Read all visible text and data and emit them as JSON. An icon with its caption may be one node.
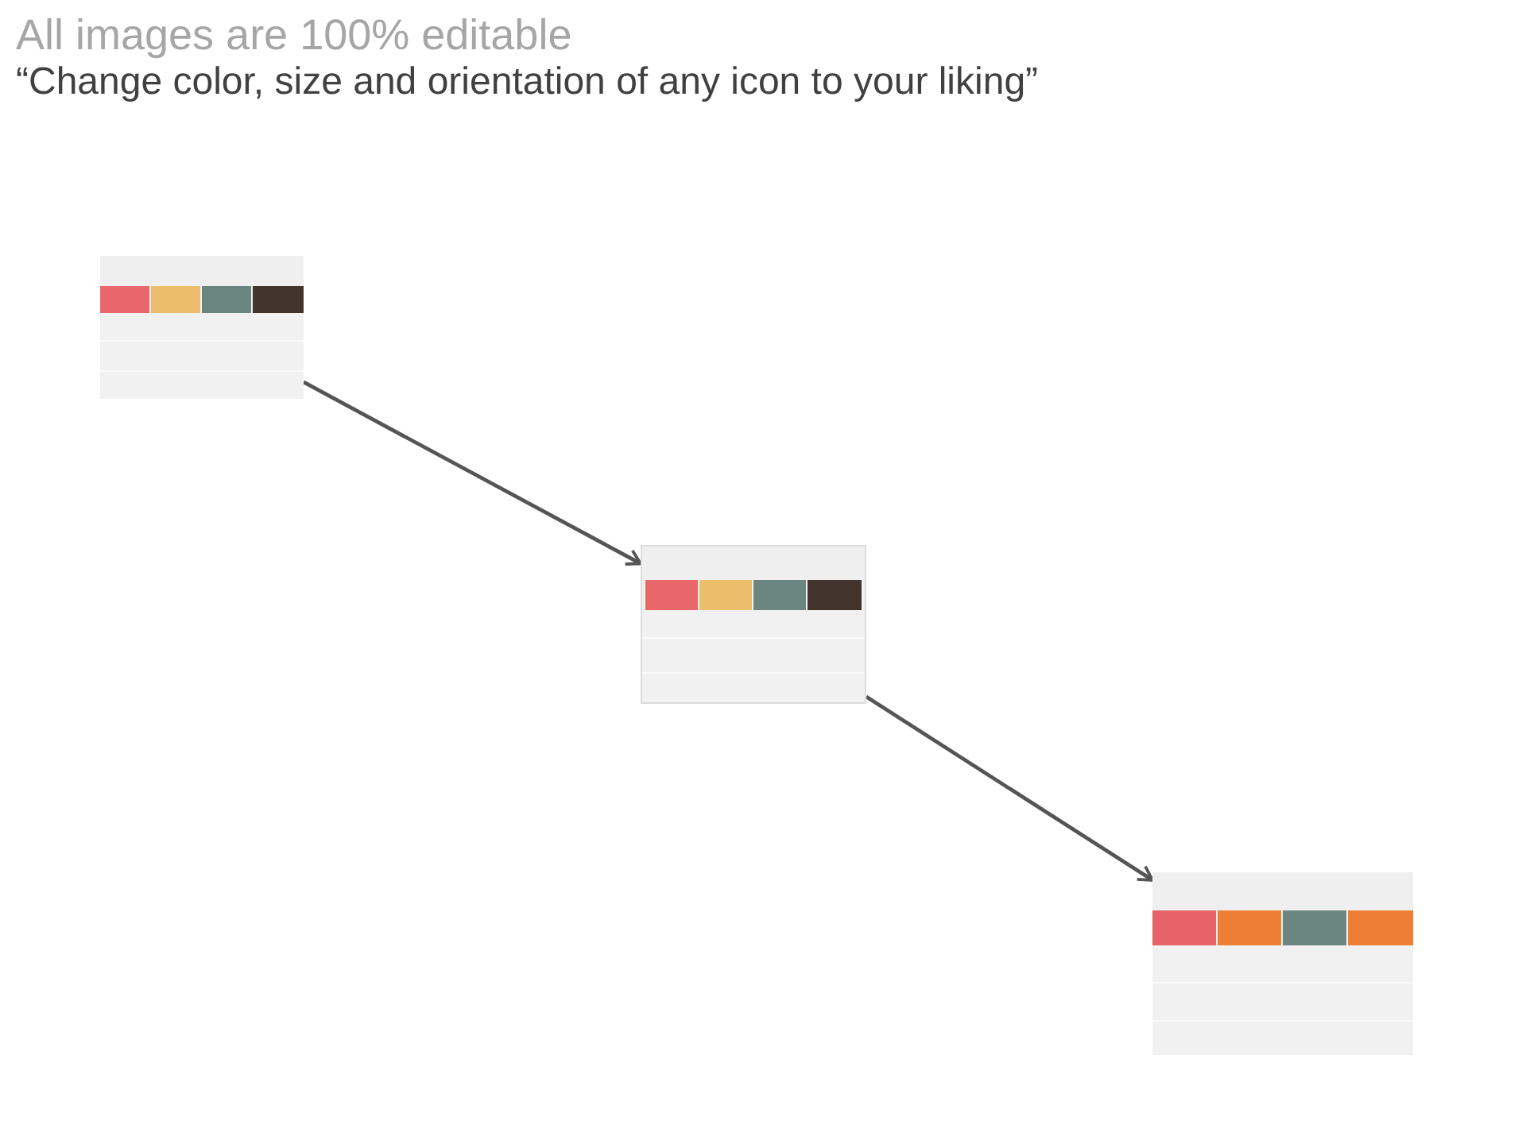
{
  "diagram": {
    "title": "All images are 100% editable",
    "nodes": [
      {
        "text": [],
        "shape": "box"
      },
      {
        "text": [],
        "shape": "box"
      },
      {
        "text": [],
        "shape": "box"
      }
    ],
    "edges": [
      {
        "from": 0,
        "to": 1,
        "arrow": "to"
      },
      {
        "from": 1,
        "to": 2,
        "arrow": "to"
      }
    ],
    "labels": [
      "“Change color, size and orientation of any icon to your liking”"
    ]
  }
}
